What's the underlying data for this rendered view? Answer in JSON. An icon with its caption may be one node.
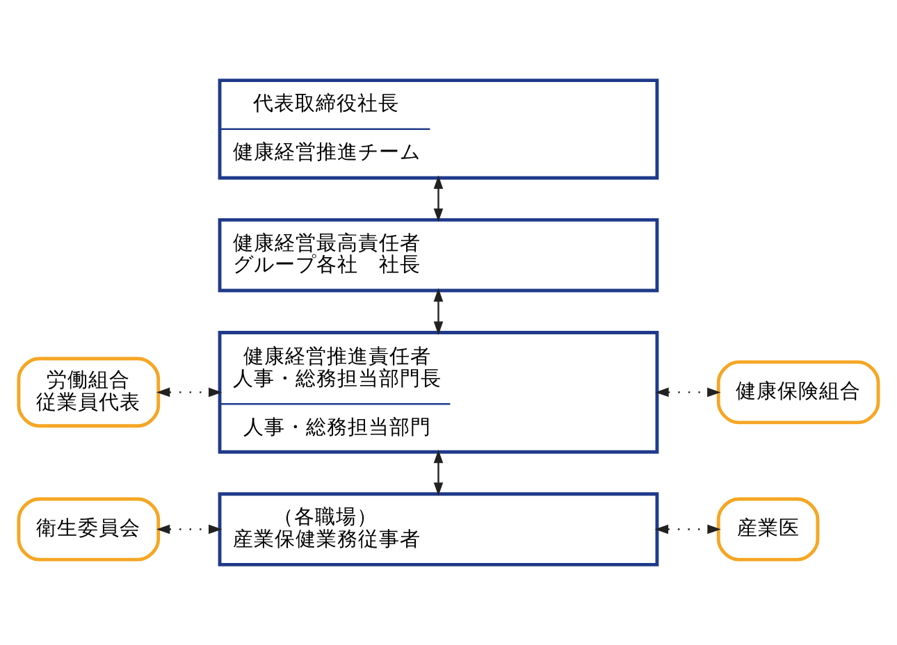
{
  "diagram": {
    "nodes": [
      {
        "text": [
          "代表取締役社長",
          "健康経営推進チーム"
        ]
      },
      {
        "text": [
          "健康経営最高責任者",
          "グループ各社　社長"
        ]
      },
      {
        "text": [
          "健康経営推進責任者",
          "人事・総務担当部門長",
          "人事・総務担当部門"
        ]
      },
      {
        "text": [
          "労働組合",
          "従業員代表"
        ]
      },
      {
        "text": [
          "健康保険組合"
        ]
      },
      {
        "text": [
          "衛生委員会"
        ]
      },
      {
        "text": [
          "（各職場）",
          "産業保健業務従事者"
        ]
      },
      {
        "text": [
          "産業医"
        ]
      }
    ],
    "edges": [
      {
        "from": 0,
        "to": 1,
        "arrow": "both"
      },
      {
        "from": 1,
        "to": 2,
        "arrow": "both"
      },
      {
        "from": 3,
        "to": 2,
        "arrow": "both",
        "style": "dashed"
      },
      {
        "from": 2,
        "to": 4,
        "arrow": "both",
        "style": "dashed"
      },
      {
        "from": 2,
        "to": 6,
        "arrow": "both"
      },
      {
        "from": 5,
        "to": 6,
        "arrow": "both",
        "style": "dashed"
      },
      {
        "from": 6,
        "to": 7,
        "arrow": "both",
        "style": "dashed"
      }
    ]
  }
}
